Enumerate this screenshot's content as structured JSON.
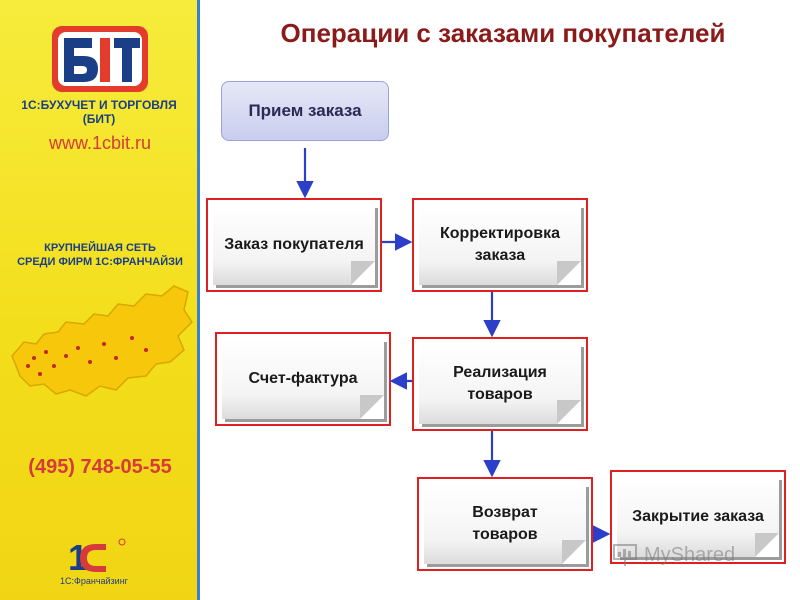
{
  "sidebar": {
    "logo_text": "БІТ",
    "brand_line1": "1С:БУХУЧЕТ И ТОРГОВЛЯ",
    "brand_line2": "(БИТ)",
    "url": "www.1cbit.ru",
    "network_line1": "КРУПНЕЙШАЯ СЕТЬ",
    "network_line2": "СРЕДИ ФИРМ 1С:ФРАНЧАЙЗИ",
    "phone": "(495) 748-05-55",
    "logo_1c": "1С",
    "franchise": "1С:Франчайзинг"
  },
  "title": "Операции с заказами покупателей",
  "flow": {
    "start": "Прием заказа",
    "order": "Заказ покупателя",
    "correction_line1": "Корректировка",
    "correction_line2": "заказа",
    "invoice": "Счет-фактура",
    "sale_line1": "Реализация",
    "sale_line2": "товаров",
    "return_line1": "Возврат",
    "return_line2": "товаров",
    "closing": "Закрытие заказа"
  },
  "watermark": "MyShared",
  "colors": {
    "accent_red": "#e02020",
    "arrow_blue": "#2b3fc9",
    "title": "#8b1a1a",
    "sidebar_yellow": "#f3de1c"
  }
}
